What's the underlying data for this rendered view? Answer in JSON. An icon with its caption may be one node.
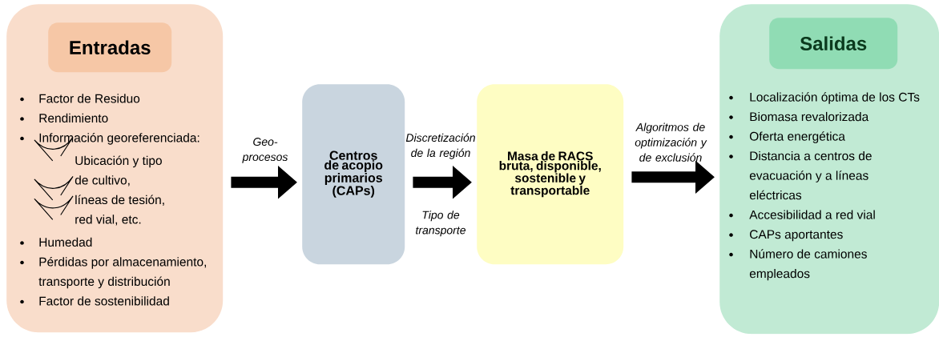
{
  "diagram": {
    "nodes": [
      {
        "text": [
          "Factor de Residuo",
          "Rendimiento",
          "Información georeferenciada:",
          "Ubicación y tipo de cultivo,",
          "líneas de tesión,",
          "red vial, etc.",
          "Humedad",
          "Pérdidas por almacenamiento, transporte y distribución",
          "Factor de sostenibilidad"
        ]
      },
      {
        "text": [
          "Entradas"
        ],
        "in": 0
      },
      {
        "text": [
          "Centros de acopio primarios (CAPs)"
        ]
      },
      {
        "text": [
          "Masa de RACS bruta, disponible, sostenible y transportable"
        ]
      },
      {
        "text": [
          "Localización óptima de los CTs",
          "Biomasa revalorizada",
          "Oferta energética",
          "Distancia a centros de evacuación y a líneas eléctricas",
          "Accesibilidad a red vial",
          "CAPs aportantes",
          "Número de camiones empleados"
        ]
      },
      {
        "text": [
          "Salidas"
        ],
        "in": 4
      }
    ],
    "edges": [
      {
        "from": 0,
        "to": 2,
        "arrow": "to",
        "label": "Geo-procesos"
      },
      {
        "from": 2,
        "to": 3,
        "arrow": "to",
        "label": "Discretización de la región"
      },
      {
        "from": 3,
        "to": 4,
        "arrow": "to",
        "label": "Algoritmos de optimización y de exclusión"
      }
    ],
    "labels": [
      "Tipo de transporte"
    ]
  }
}
